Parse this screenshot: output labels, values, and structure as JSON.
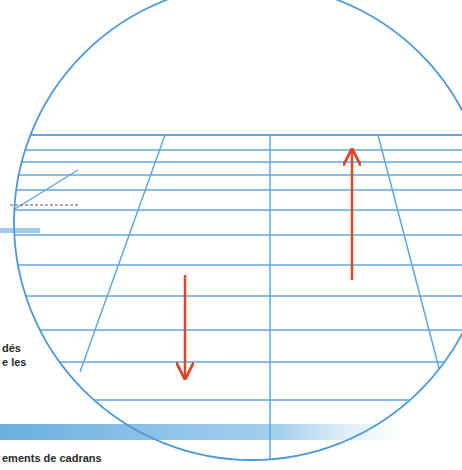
{
  "diagram": {
    "labels": [
      "dés",
      "e les",
      "ements de cadrans"
    ]
  }
}
